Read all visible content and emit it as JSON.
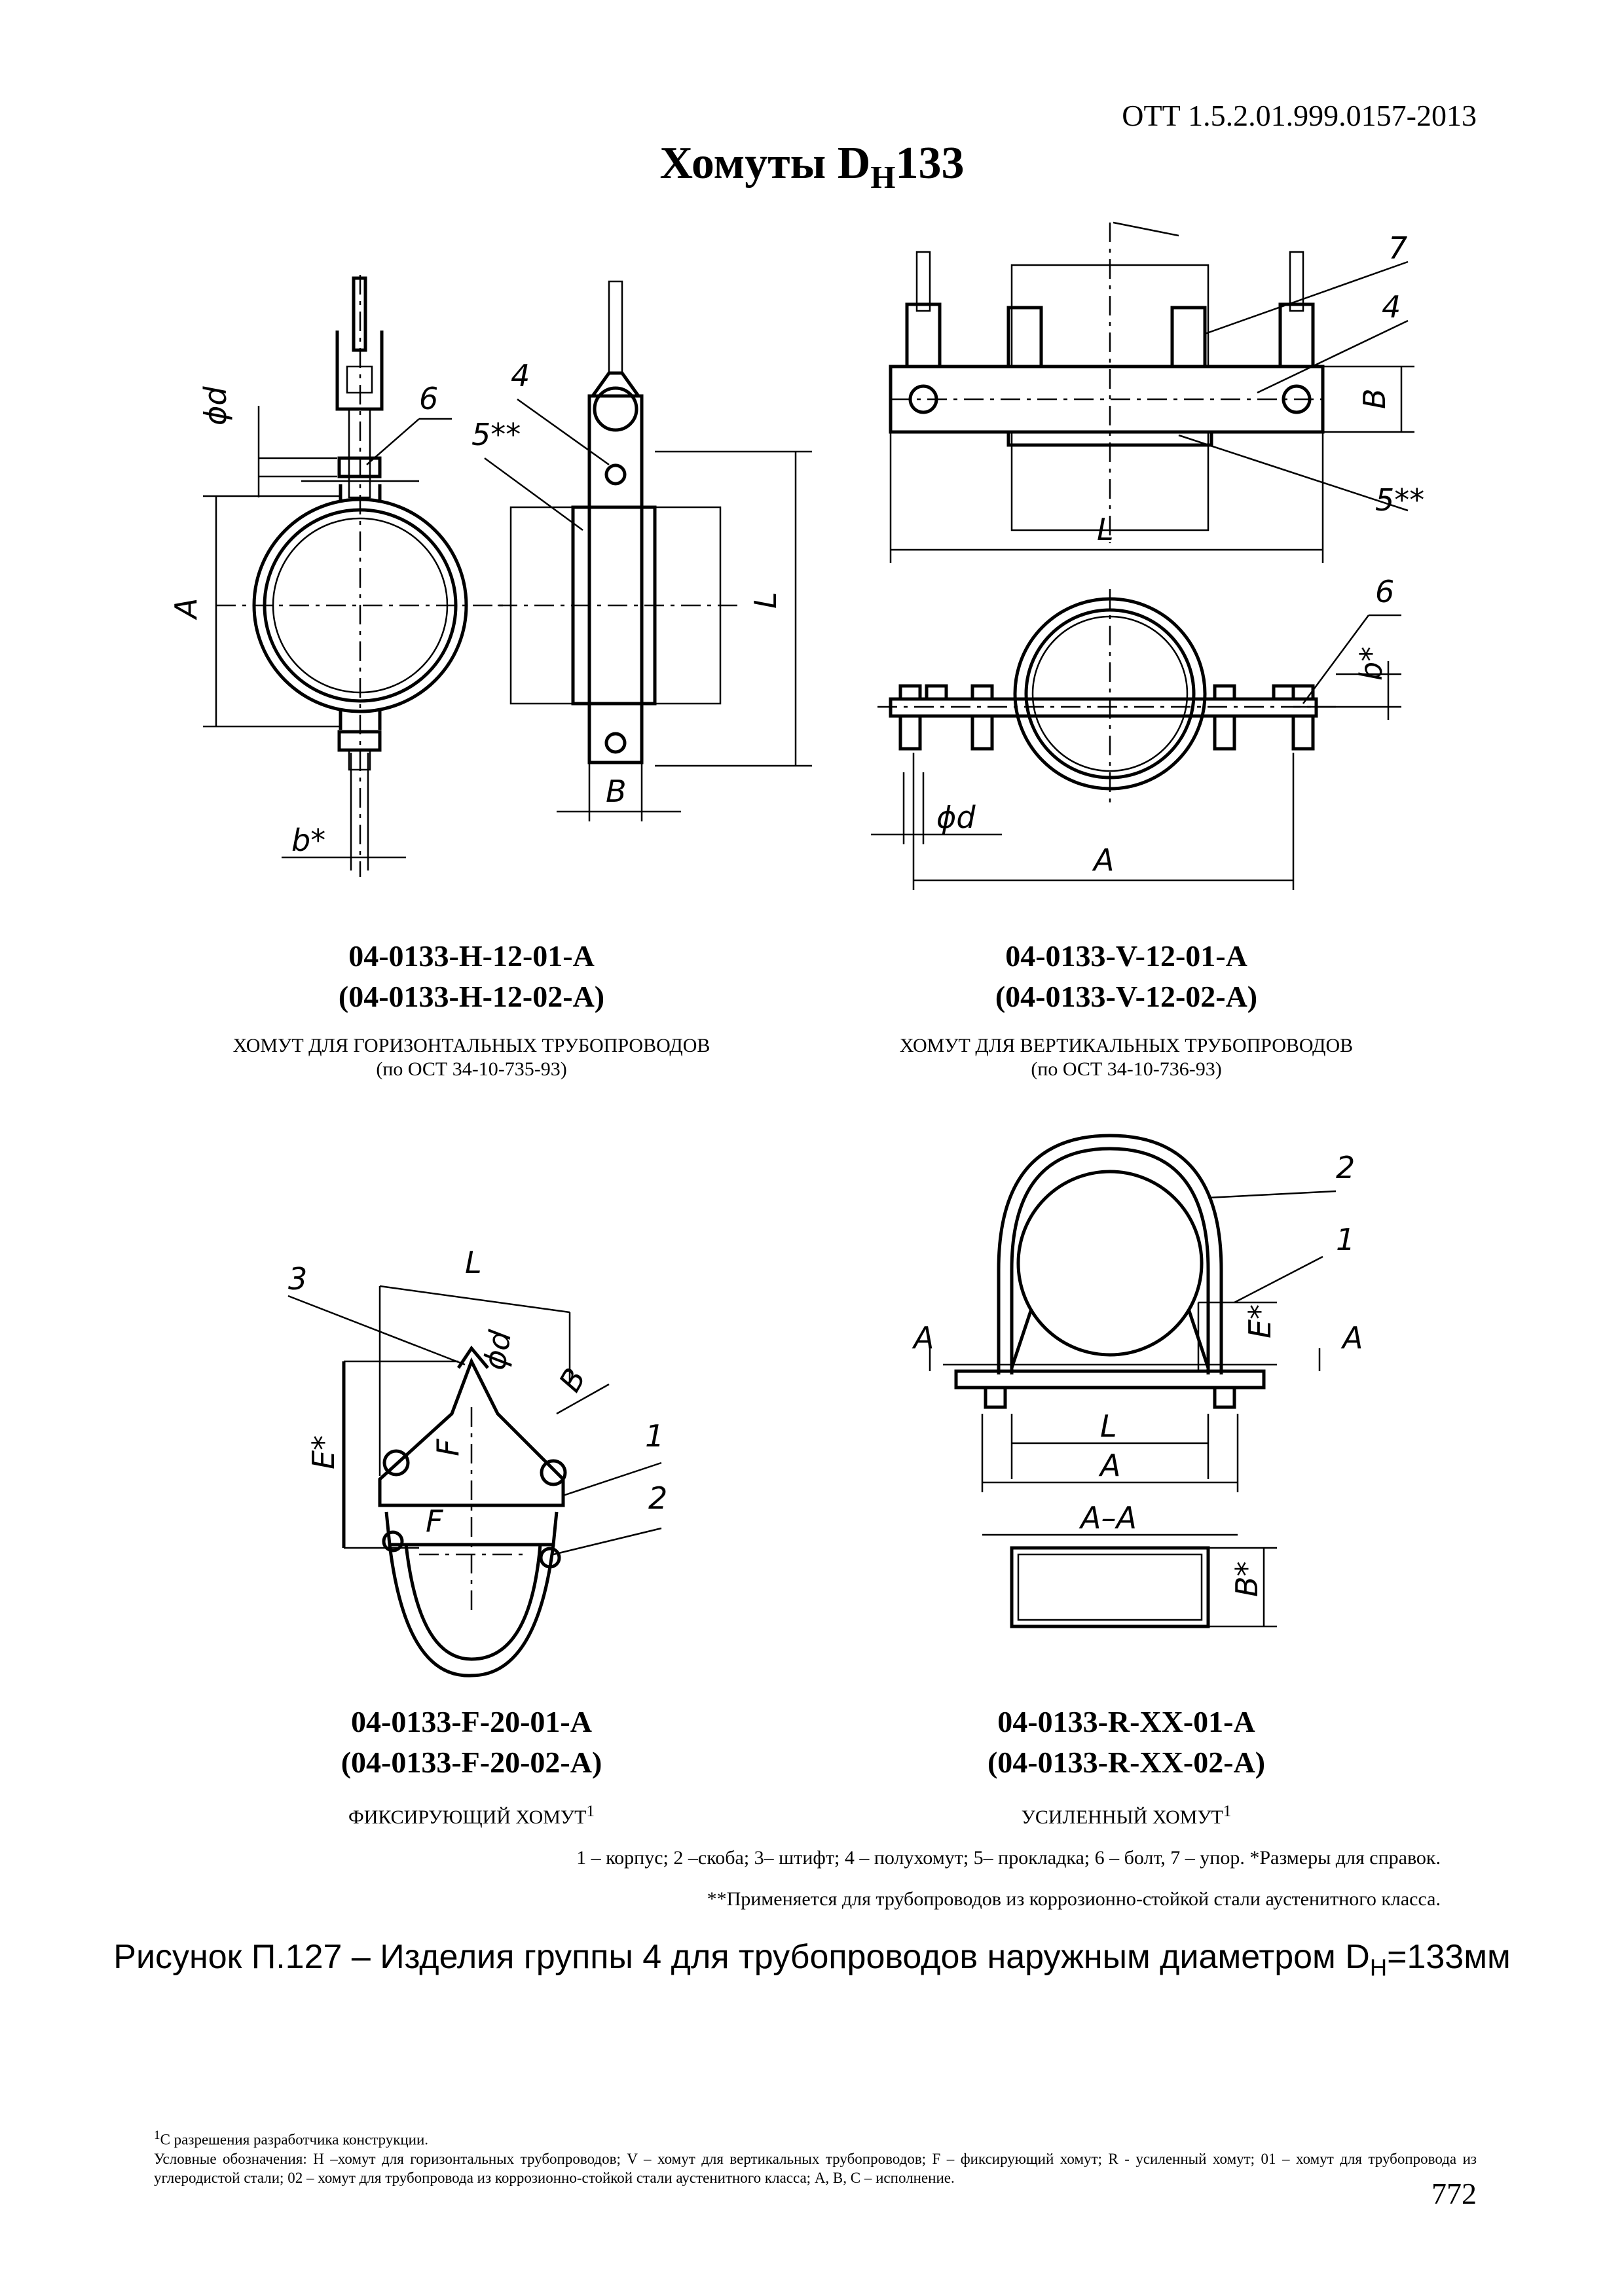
{
  "header": {
    "doc_code": "ОТТ 1.5.2.01.999.0157-2013",
    "title_main": "Хомуты D",
    "title_sub": "Н",
    "title_tail": "133"
  },
  "drawings": {
    "horizontal": {
      "labels": {
        "dia": "ϕd",
        "bolt": "6",
        "half_clamp": "4",
        "gasket": "5**",
        "height": "A",
        "length": "L",
        "width": "B",
        "b": "b*"
      },
      "code_main": "04-0133-H-12-01-A",
      "code_alt": "(04-0133-H-12-02-A)",
      "name": "ХОМУТ ДЛЯ ГОРИЗОНТАЛЬНЫХ ТРУБОПРОВОДОВ",
      "standard": "(по ОСТ 34-10-735-93)"
    },
    "vertical": {
      "labels": {
        "stop": "7",
        "half_clamp": "4",
        "width": "B",
        "gasket": "5**",
        "length": "L",
        "bolt": "6",
        "b": "b*",
        "dia": "ϕd",
        "span": "A"
      },
      "code_main": "04-0133-V-12-01-A",
      "code_alt": "(04-0133-V-12-02-A)",
      "name": "ХОМУТ ДЛЯ ВЕРТИКАЛЬНЫХ ТРУБОПРОВОДОВ",
      "standard": "(по ОСТ 34-10-736-93)"
    },
    "fixing": {
      "labels": {
        "pin": "3",
        "length": "L",
        "dia": "ϕd",
        "width": "B",
        "height": "E*",
        "f_vert": "F",
        "f_horiz": "F",
        "body": "1",
        "bracket": "2"
      },
      "code_main": "04-0133-F-20-01-A",
      "code_alt": "(04-0133-F-20-02-A)",
      "name": "ФИКСИРУЮЩИЙ ХОМУТ",
      "name_sup": "1"
    },
    "reinforced": {
      "labels": {
        "bracket": "2",
        "body": "1",
        "height": "E*",
        "sect_left": "A",
        "sect_right": "A",
        "length": "L",
        "span": "A",
        "section": "A–A",
        "width": "B*"
      },
      "code_main": "04-0133-R-XX-01-A",
      "code_alt": "(04-0133-R-XX-02-A)",
      "name": "УСИЛЕННЫЙ ХОМУТ",
      "name_sup": "1"
    }
  },
  "legend": {
    "parts": "1 – корпус; 2 –скоба; 3– штифт; 4 – полухомут; 5– прокладка; 6 – болт, 7 – упор. *Размеры для справок.",
    "note": "**Применяется для трубопроводов из коррозионно-стойкой стали аустенитного класса."
  },
  "caption": {
    "text": "Рисунок  П.127 – Изделия группы 4 для трубопроводов наружным диаметром D",
    "sub": "Н",
    "tail": "=133мм"
  },
  "footnotes": {
    "sup": "1",
    "line1": "С разрешения разработчика конструкции.",
    "line2": "Условные обозначения: Н –хомут для горизонтальных трубопроводов; V – хомут для вертикальных трубопроводов; F – фиксирующий хомут; R - усиленный хомут; 01 – хомут для трубопровода из углеродистой стали; 02 – хомут для трубопровода из коррозионно-стойкой стали аустенитного класса; А, В, С –  исполнение."
  },
  "page_number": "772"
}
